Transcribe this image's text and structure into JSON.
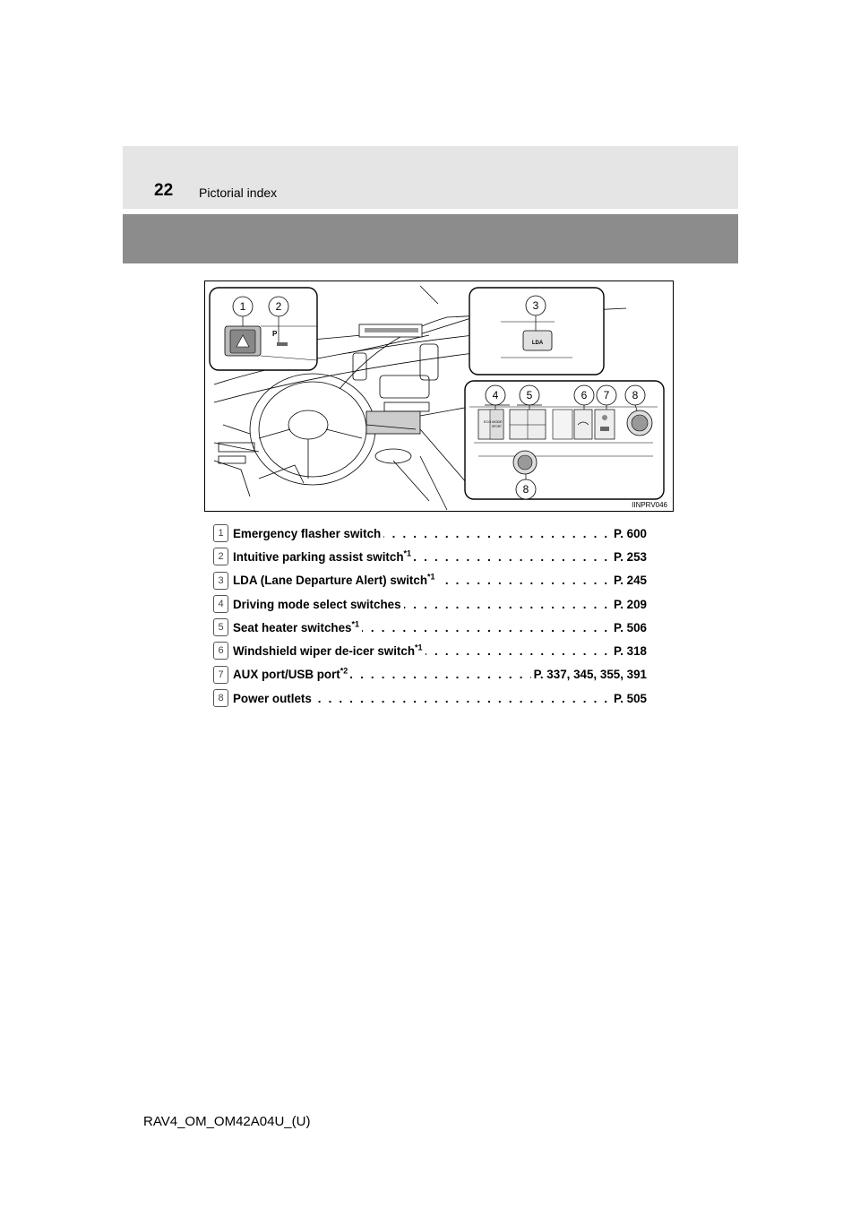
{
  "header": {
    "page_number": "22",
    "section_title": "Pictorial index"
  },
  "figure": {
    "code": "IINPRV046",
    "callouts": [
      "1",
      "2",
      "3",
      "4",
      "5",
      "6",
      "7",
      "8",
      "8"
    ],
    "switch_labels": {
      "p_assist": "P",
      "lda": "LDA",
      "eco_mode": "ECO MODE",
      "sport": "SPORT"
    }
  },
  "index_items": [
    {
      "number": "1",
      "label": "Emergency flasher switch",
      "sup": "",
      "page": "P. 600"
    },
    {
      "number": "2",
      "label": "Intuitive parking assist switch",
      "sup": "*1",
      "page": "P. 253"
    },
    {
      "number": "3",
      "label": "LDA (Lane Departure Alert) switch",
      "sup": "*1",
      "page": "P. 245"
    },
    {
      "number": "4",
      "label": "Driving mode select switches",
      "sup": "",
      "page": "P. 209"
    },
    {
      "number": "5",
      "label": "Seat heater switches",
      "sup": "*1",
      "page": "P. 506"
    },
    {
      "number": "6",
      "label": "Windshield wiper de-icer switch",
      "sup": "*1",
      "page": "P. 318"
    },
    {
      "number": "7",
      "label": "AUX port/USB port",
      "sup": "*2",
      "page": "P. 337, 345, 355, 391"
    },
    {
      "number": "8",
      "label": "Power outlets",
      "sup": "",
      "page": "P. 505"
    }
  ],
  "footer": {
    "code": "RAV4_OM_OM42A04U_(U)"
  }
}
